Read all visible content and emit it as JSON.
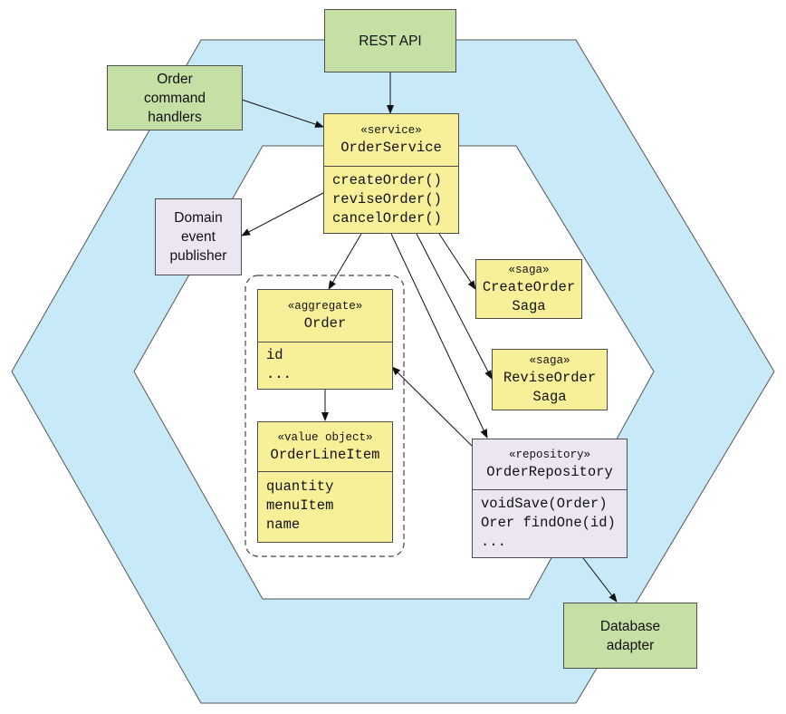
{
  "colors": {
    "outer_hexagon": "#c7e9f8",
    "inner_hexagon": "#ffffff",
    "adapter_box": "#c5e0a5",
    "class_box": "#f7f098",
    "other_box": "#ece6f3",
    "stroke": "#4d4d4d"
  },
  "adapters": {
    "rest_api": "REST API",
    "order_command_handlers": [
      "Order",
      "command",
      "handlers"
    ],
    "database_adapter": [
      "Database",
      "adapter"
    ]
  },
  "domain_event_publisher": [
    "Domain",
    "event",
    "publisher"
  ],
  "order_service": {
    "stereotype": "«service»",
    "name": "OrderService",
    "methods": [
      "createOrder()",
      "reviseOrder()",
      "cancelOrder()"
    ]
  },
  "create_order_saga": {
    "stereotype": "«saga»",
    "name_lines": [
      "CreateOrder",
      "Saga"
    ]
  },
  "revise_order_saga": {
    "stereotype": "«saga»",
    "name_lines": [
      "ReviseOrder",
      "Saga"
    ]
  },
  "order_aggregate": {
    "stereotype": "«aggregate»",
    "name": "Order",
    "fields": [
      "id",
      "..."
    ]
  },
  "order_line_item": {
    "stereotype": "«value object»",
    "name": "OrderLineItem",
    "fields": [
      "quantity",
      "menuItem",
      "name"
    ]
  },
  "order_repository": {
    "stereotype": "«repository»",
    "name": "OrderRepository",
    "methods": [
      "voidSave(Order)",
      "Orer findOne(id)",
      "..."
    ]
  }
}
